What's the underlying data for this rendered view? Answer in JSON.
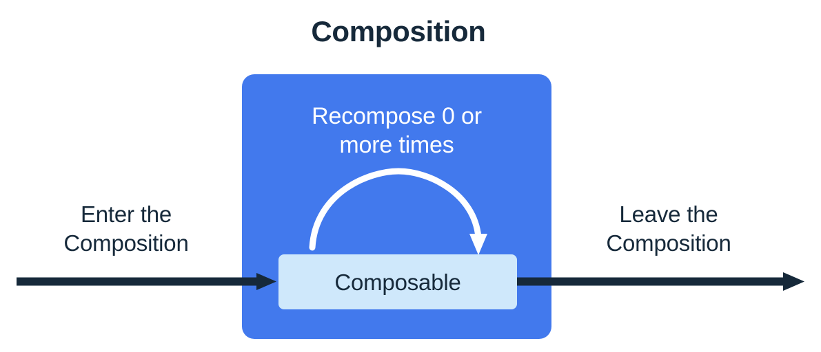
{
  "title": "Composition",
  "composition_box": {
    "recompose_label_line1": "Recompose 0 or",
    "recompose_label_line2": "more times",
    "composable_label": "Composable"
  },
  "captions": {
    "enter_line1": "Enter the",
    "enter_line2": "Composition",
    "leave_line1": "Leave the",
    "leave_line2": "Composition"
  },
  "colors": {
    "background": "#ffffff",
    "composition_blue": "#4279ed",
    "composable_light_blue": "#cfe8fb",
    "text_dark": "#16293a",
    "text_light": "#ffffff",
    "arrow_dark": "#16293a",
    "arrow_white": "#ffffff"
  },
  "icons": {
    "recompose_loop": "curved-loop-arrow-icon",
    "enter_flow": "right-arrow-icon",
    "leave_flow": "right-arrow-icon"
  }
}
